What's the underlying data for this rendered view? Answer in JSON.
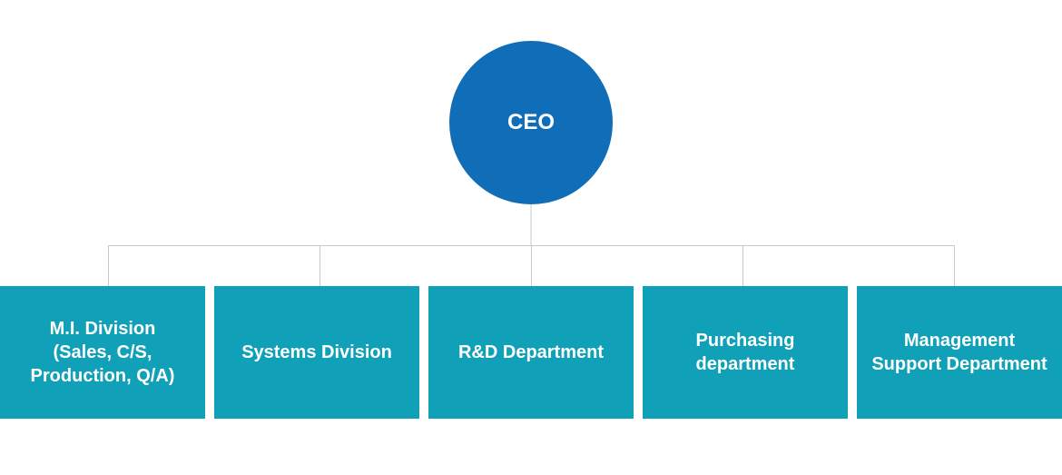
{
  "ceo": {
    "label": "CEO",
    "color": "#106db7"
  },
  "departments": [
    {
      "label": "M.I. Division\n(Sales, C/S,\nProduction, Q/A)"
    },
    {
      "label": "Systems Division"
    },
    {
      "label": "R&D Department"
    },
    {
      "label": "Purchasing\ndepartment"
    },
    {
      "label": "Management\nSupport Department"
    }
  ],
  "colors": {
    "department_box": "#10a0b8",
    "connector_line": "#c8c8c8",
    "text": "#ffffff"
  }
}
